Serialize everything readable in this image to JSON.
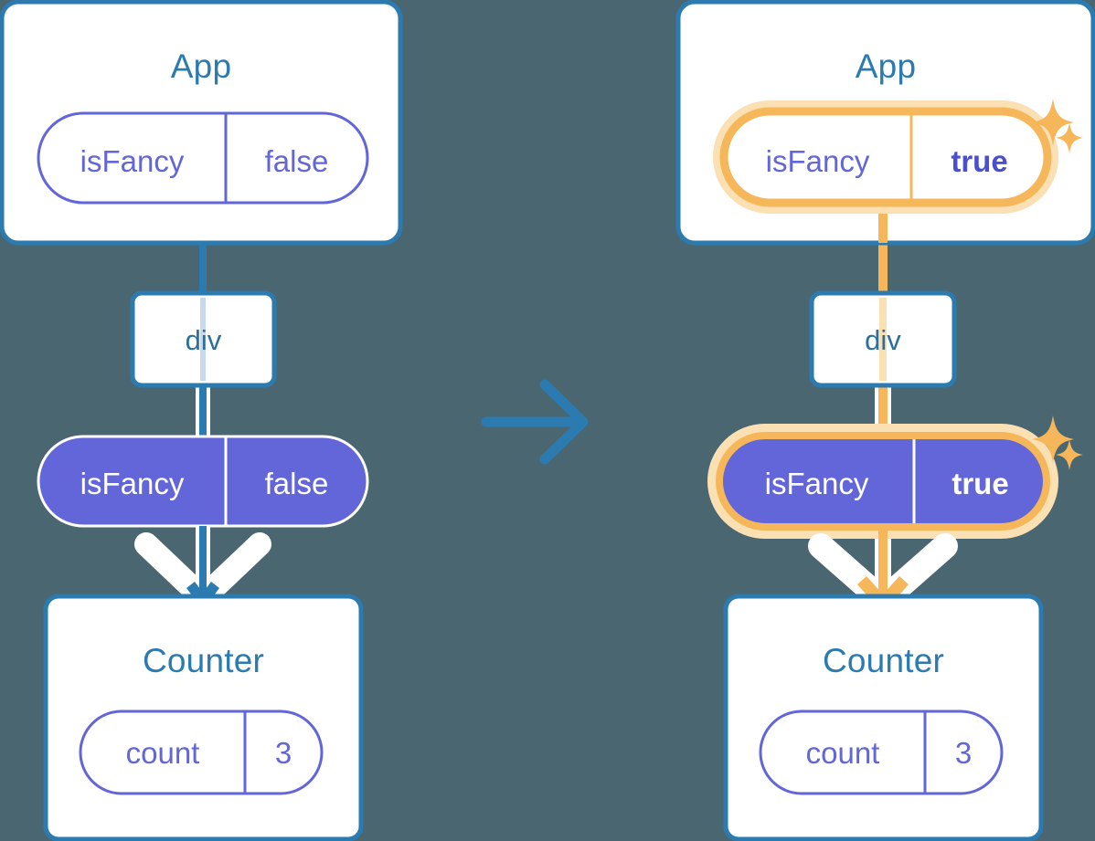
{
  "meta": {
    "diagram_title": "React re-render propagation: isFancy state change from false to true",
    "background_color": "#4a6670"
  },
  "colors": {
    "box_border_blue": "#2b7bb1",
    "heading_blue": "#2b7bb1",
    "pill_purple": "#6266d8",
    "pill_purple_text": "#ffffff",
    "pill_outline_text": "#6266d8",
    "highlight_orange": "#f5b759",
    "highlight_orange_glow": "#fbe0b4",
    "white": "#ffffff"
  },
  "transition_arrow": {
    "icon": "arrow-right-icon",
    "color": "#2b7bb1",
    "label": "transition"
  },
  "panels": [
    {
      "id": "before",
      "side": "left",
      "app": {
        "title": "App",
        "state_pill": {
          "key": "isFancy",
          "value": "false",
          "style": "outline",
          "highlighted": false,
          "bold_value": false
        }
      },
      "element": {
        "tag": "div"
      },
      "prop_pill": {
        "key": "isFancy",
        "value": "false",
        "style": "filled",
        "highlighted": false,
        "bold_value": false
      },
      "counter": {
        "title": "Counter",
        "state_pill": {
          "key": "count",
          "value": "3",
          "style": "outline",
          "highlighted": false,
          "bold_value": false
        }
      },
      "connector_color": "#2b7bb1",
      "sparkles": []
    },
    {
      "id": "after",
      "side": "right",
      "app": {
        "title": "App",
        "state_pill": {
          "key": "isFancy",
          "value": "true",
          "style": "outline",
          "highlighted": true,
          "bold_value": true
        }
      },
      "element": {
        "tag": "div"
      },
      "prop_pill": {
        "key": "isFancy",
        "value": "true",
        "style": "filled",
        "highlighted": true,
        "bold_value": true
      },
      "counter": {
        "title": "Counter",
        "state_pill": {
          "key": "count",
          "value": "3",
          "style": "outline",
          "highlighted": false,
          "bold_value": false
        }
      },
      "connector_color": "#f5b759",
      "sparkles": [
        {
          "name": "sparkle-large",
          "size": "large"
        },
        {
          "name": "sparkle-small",
          "size": "small"
        }
      ]
    }
  ]
}
